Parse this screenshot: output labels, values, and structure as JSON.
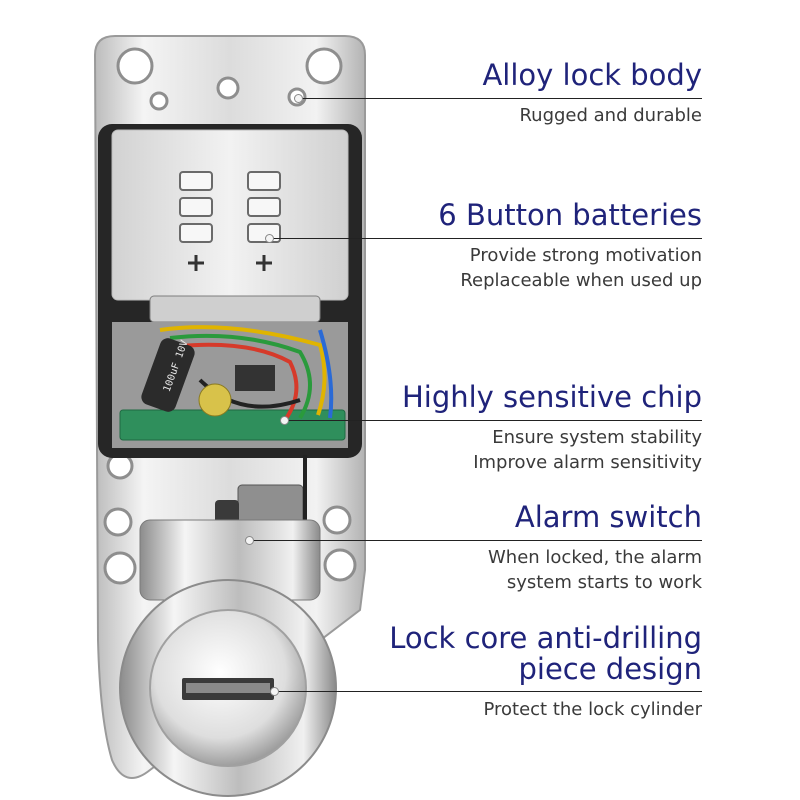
{
  "features": [
    {
      "title_lines": [
        "Alloy lock body"
      ],
      "desc_lines": [
        "Rugged and durable"
      ]
    },
    {
      "title_lines": [
        "6 Button batteries"
      ],
      "desc_lines": [
        "Provide strong motivation",
        "Replaceable when used up"
      ]
    },
    {
      "title_lines": [
        "Highly sensitive chip"
      ],
      "desc_lines": [
        "Ensure system stability",
        "Improve alarm sensitivity"
      ]
    },
    {
      "title_lines": [
        "Alarm switch"
      ],
      "desc_lines": [
        "When locked, the alarm",
        "system starts to work"
      ]
    },
    {
      "title_lines": [
        "Lock core anti-drilling",
        "piece design"
      ],
      "desc_lines": [
        "Protect the lock cylinder"
      ]
    }
  ],
  "product": {
    "capacitor_marking": "100uF 10V",
    "colors": {
      "metal": "#d6d6d6",
      "battery_case": "#e6e6e6",
      "pcb": "#2f8f5c",
      "title_text": "#1f237a"
    }
  }
}
